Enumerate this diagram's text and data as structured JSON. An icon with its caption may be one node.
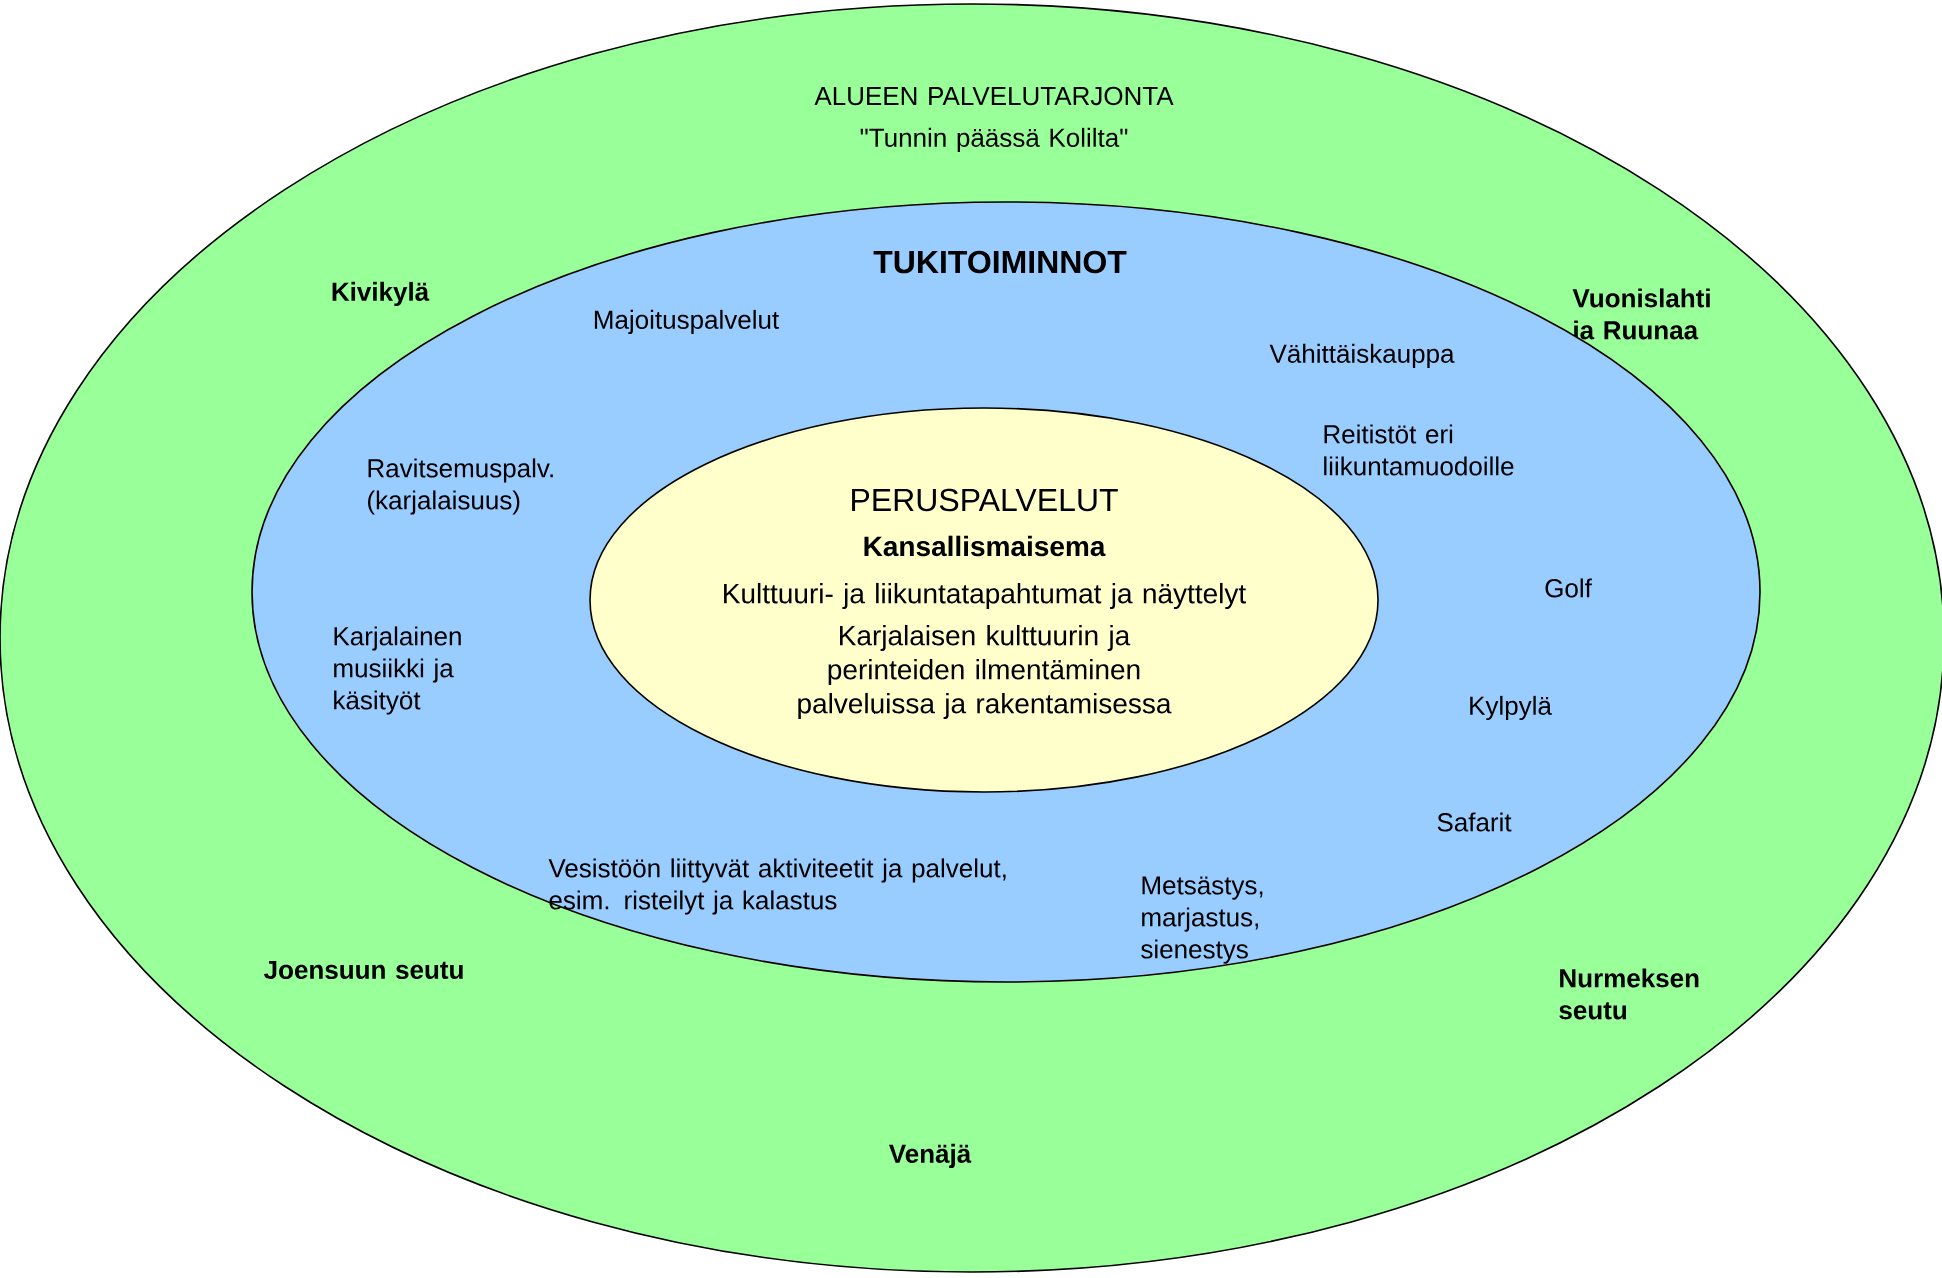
{
  "diagram": {
    "nodes": [
      {
        "text": [
          "ALUEEN PALVELUTARJONTA",
          "\"Tunnin päässä Kolilta\"",
          "Kivikylä",
          "Vuonislahti ja Ruunaa",
          "Joensuun seutu",
          "Nurmeksen seutu",
          "Venäjä"
        ]
      },
      {
        "text": [
          "TUKITOIMINNOT",
          "Majoituspalvelut",
          "Vähittäiskauppa",
          "Ravitsemuspalv. (karjalaisuus)",
          "Reitistöt eri liikuntamuodoille",
          "Golf",
          "Karjalainen musiikki ja käsityöt",
          "Kylpylä",
          "Safarit",
          "Vesistöön liittyvät aktiviteetit ja palvelut, esim. risteilyt ja kalastus",
          "Metsästys, marjastus, sienestys"
        ],
        "in": 0
      },
      {
        "text": [
          "PERUSPALVELUT",
          "Kansallismaisema",
          "Kulttuuri- ja liikuntatapahtumat ja näyttelyt",
          "Karjalaisen kulttuurin ja perinteiden ilmentäminen palveluissa ja rakentamisessa"
        ],
        "in": 1
      }
    ]
  }
}
